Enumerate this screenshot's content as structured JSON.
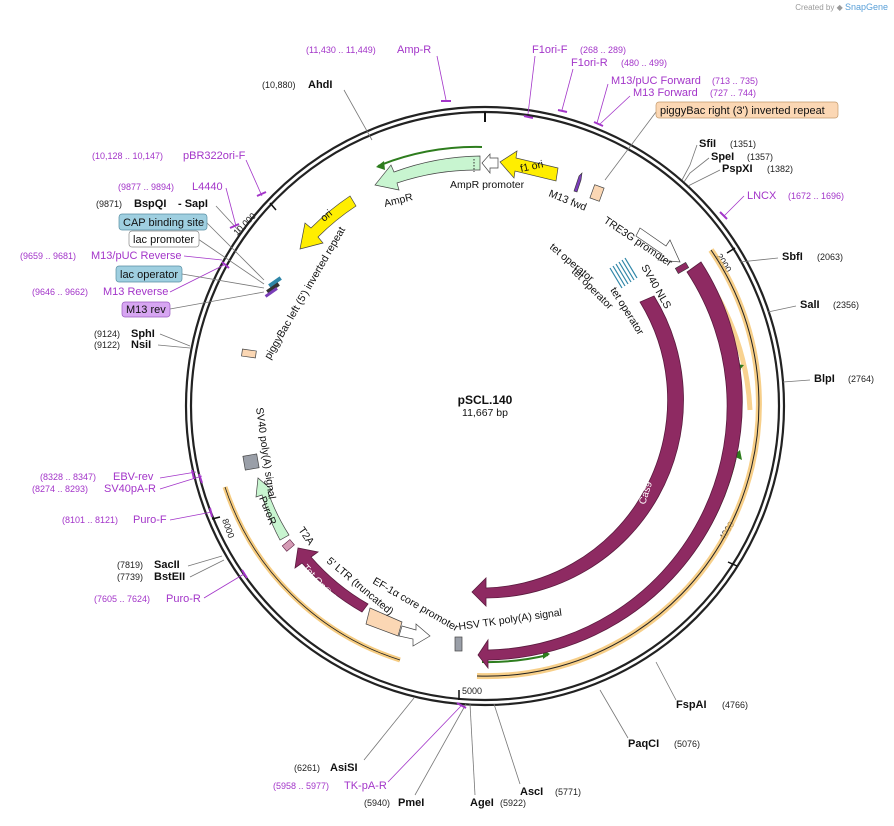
{
  "brand": {
    "created_by": "Created by",
    "product": "SnapGene"
  },
  "plasmid": {
    "name": "pSCL.140",
    "size": "11,667 bp"
  },
  "scale_ticks": [
    "2000",
    "4000",
    "5000",
    "8000",
    "10,000"
  ],
  "enzymes": [
    {
      "name": "AhdI",
      "pos": "(10,880)"
    },
    {
      "name": "SfiI",
      "pos": "(1351)"
    },
    {
      "name": "SpeI",
      "pos": "(1357)"
    },
    {
      "name": "PspXI",
      "pos": "(1382)"
    },
    {
      "name": "SbfI",
      "pos": "(2063)"
    },
    {
      "name": "SalI",
      "pos": "(2356)"
    },
    {
      "name": "BlpI",
      "pos": "(2764)"
    },
    {
      "name": "FspAI",
      "pos": "(4766)"
    },
    {
      "name": "PaqCI",
      "pos": "(5076)"
    },
    {
      "name": "AscI",
      "pos": "(5771)"
    },
    {
      "name": "AgeI",
      "pos": "(5922)"
    },
    {
      "name": "PmeI",
      "pos": "(5940)"
    },
    {
      "name": "AsiSI",
      "pos": "(6261)"
    },
    {
      "name": "BstEII",
      "pos": "(7739)"
    },
    {
      "name": "SacII",
      "pos": "(7819)"
    },
    {
      "name": "NsiI",
      "pos": "(9122)"
    },
    {
      "name": "SphI",
      "pos": "(9124)"
    },
    {
      "name": "BspQI",
      "pos": "(9871)",
      "extra": "- SapI"
    }
  ],
  "primers": [
    {
      "name": "Amp-R",
      "range": "(11,430 .. 11,449)"
    },
    {
      "name": "F1ori-F",
      "range": "(268 .. 289)"
    },
    {
      "name": "F1ori-R",
      "range": "(480 .. 499)"
    },
    {
      "name": "M13/pUC Forward",
      "range": "(713 .. 735)"
    },
    {
      "name": "M13 Forward",
      "range": "(727 .. 744)"
    },
    {
      "name": "LNCX",
      "range": "(1672 .. 1696)"
    },
    {
      "name": "pBR322ori-F",
      "range": "(10,128 .. 10,147)"
    },
    {
      "name": "L4440",
      "range": "(9877 .. 9894)"
    },
    {
      "name": "M13/pUC Reverse",
      "range": "(9659 .. 9681)"
    },
    {
      "name": "M13 Reverse",
      "range": "(9646 .. 9662)"
    },
    {
      "name": "EBV-rev",
      "range": "(8328 .. 8347)"
    },
    {
      "name": "SV40pA-R",
      "range": "(8274 .. 8293)"
    },
    {
      "name": "Puro-F",
      "range": "(8101 .. 8121)"
    },
    {
      "name": "Puro-R",
      "range": "(7605 .. 7624)"
    },
    {
      "name": "TK-pA-R",
      "range": "(5958 .. 5977)"
    }
  ],
  "boxed_labels": {
    "piggybac_right": "piggyBac right (3') inverted repeat",
    "cap_binding_site": "CAP binding site",
    "lac_promoter": "lac promoter",
    "lac_operator": "lac operator",
    "m13_rev": "M13 rev"
  },
  "features": {
    "f1_ori": "f1 ori",
    "ampr_promoter": "AmpR promoter",
    "ampr": "AmpR",
    "ori": "ori",
    "m13_fwd": "M13 fwd",
    "piggybac_left": "piggyBac left (5') inverted repeat",
    "tre3g_promoter": "TRE3G promoter",
    "sv40_nls": "SV40 NLS",
    "tet_operator": "tet operator",
    "cas9": "Cas9",
    "hsv_tk_polya": "HSV TK poly(A) signal",
    "ef1a_core_promoter": "EF-1α core promoter",
    "ltr_truncated": "5' LTR (truncated)",
    "tet_on_3g": "Tet-On® 3G",
    "t2a": "T2A",
    "puror": "PuroR",
    "sv40_polya": "SV40 poly(A) signal"
  },
  "colors": {
    "backbone": "#222222",
    "cas9": "#8e2a62",
    "tet_on": "#8e2a62",
    "ampr": "#c8f5d0",
    "ori": "#ffee00",
    "f1_ori": "#ffee00",
    "ltr": "#fbd7b4",
    "promoter_white": "#ffffff",
    "orf_outline": "#f5c36b",
    "orf_arrow": "#2e7d1e",
    "primer": "#a335c9",
    "lac_operator_box": "#9fcfe0",
    "m13_rev_box": "#d7a6f2",
    "piggybac_box": "#fbd7b4"
  }
}
